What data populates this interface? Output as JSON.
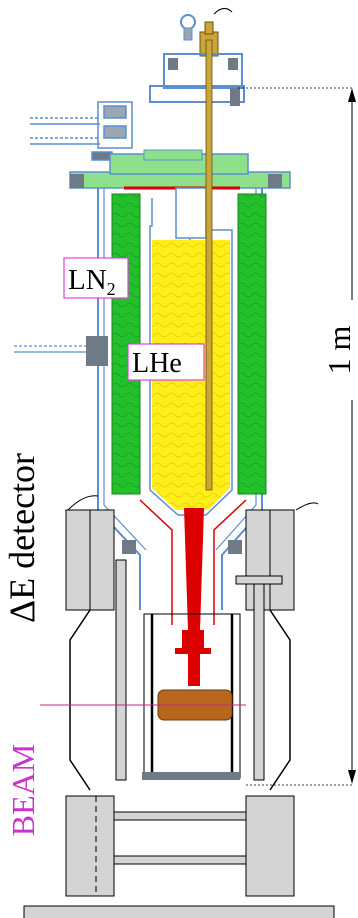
{
  "labels": {
    "ln2": "LN",
    "ln2_sub": "2",
    "lhe": "LHe",
    "height": "1 m",
    "detector": "ΔE detector",
    "beam": "BEAM"
  },
  "colors": {
    "outline": "#5b8fd1",
    "ln2_fill": "#22c02a",
    "ln2_band": "#8fe08a",
    "lhe_fill": "#ffee1a",
    "red_stem": "#dd0000",
    "target": "#b8661e",
    "rod": "#a07a14",
    "beam_line": "#cc2288",
    "beam_label": "#cc33cc",
    "label_box": "#e040e0",
    "plate_gray": "#d4d4d4",
    "dark_gray": "#6e7a86"
  }
}
